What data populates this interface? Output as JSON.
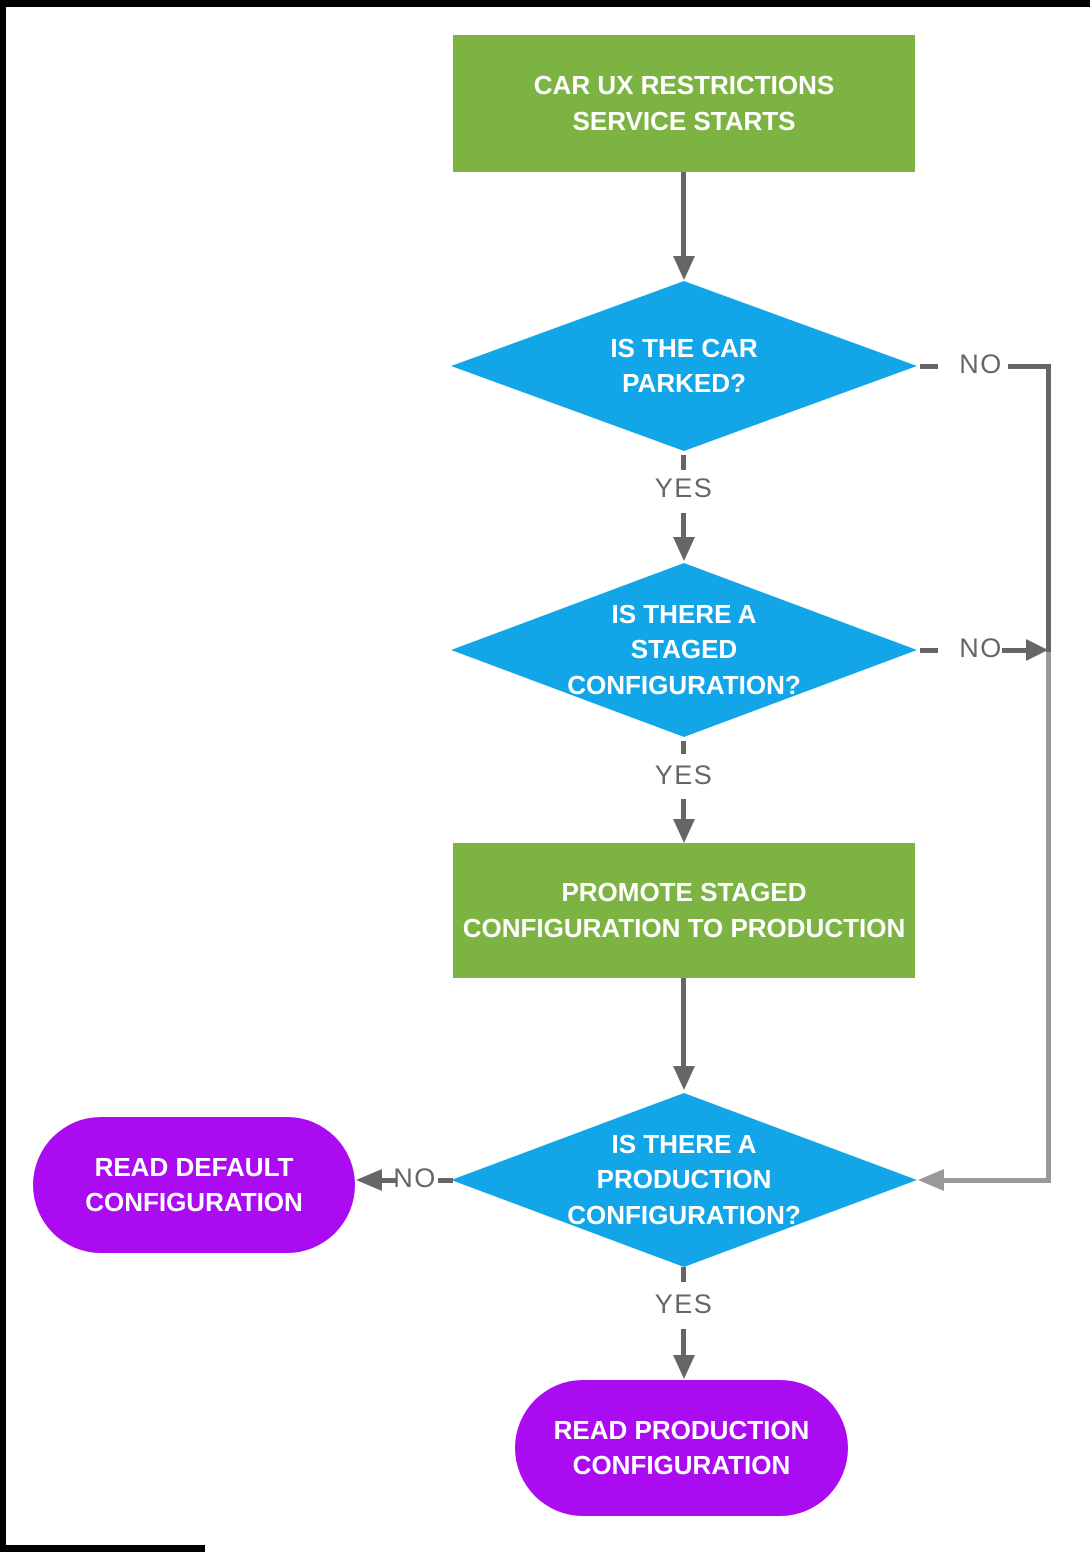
{
  "colors": {
    "canvas-bg": "#ffffff",
    "frame": "#000000",
    "process-fill": "#7CB342",
    "decision-fill": "#12A6E8",
    "terminal-fill": "#AA0BF0",
    "connector": "#666666",
    "connector-light": "#999999",
    "node-text": "#ffffff"
  },
  "nodes": {
    "start": {
      "type": "process",
      "label": "CAR UX RESTRICTIONS\nSERVICE STARTS"
    },
    "is_parked": {
      "type": "decision",
      "label": "IS THE CAR\nPARKED?"
    },
    "has_staged": {
      "type": "decision",
      "label": "IS THERE A\nSTAGED\nCONFIGURATION?"
    },
    "promote": {
      "type": "process",
      "label": "PROMOTE STAGED\nCONFIGURATION TO PRODUCTION"
    },
    "has_production": {
      "type": "decision",
      "label": "IS THERE A\nPRODUCTION\nCONFIGURATION?"
    },
    "read_default": {
      "type": "terminal",
      "label": "READ DEFAULT\nCONFIGURATION"
    },
    "read_production": {
      "type": "terminal",
      "label": "READ PRODUCTION\nCONFIGURATION"
    }
  },
  "edge_labels": {
    "parked_yes": "YES",
    "parked_no": "NO",
    "staged_yes": "YES",
    "staged_no": "NO",
    "production_yes": "YES",
    "production_no": "NO"
  }
}
